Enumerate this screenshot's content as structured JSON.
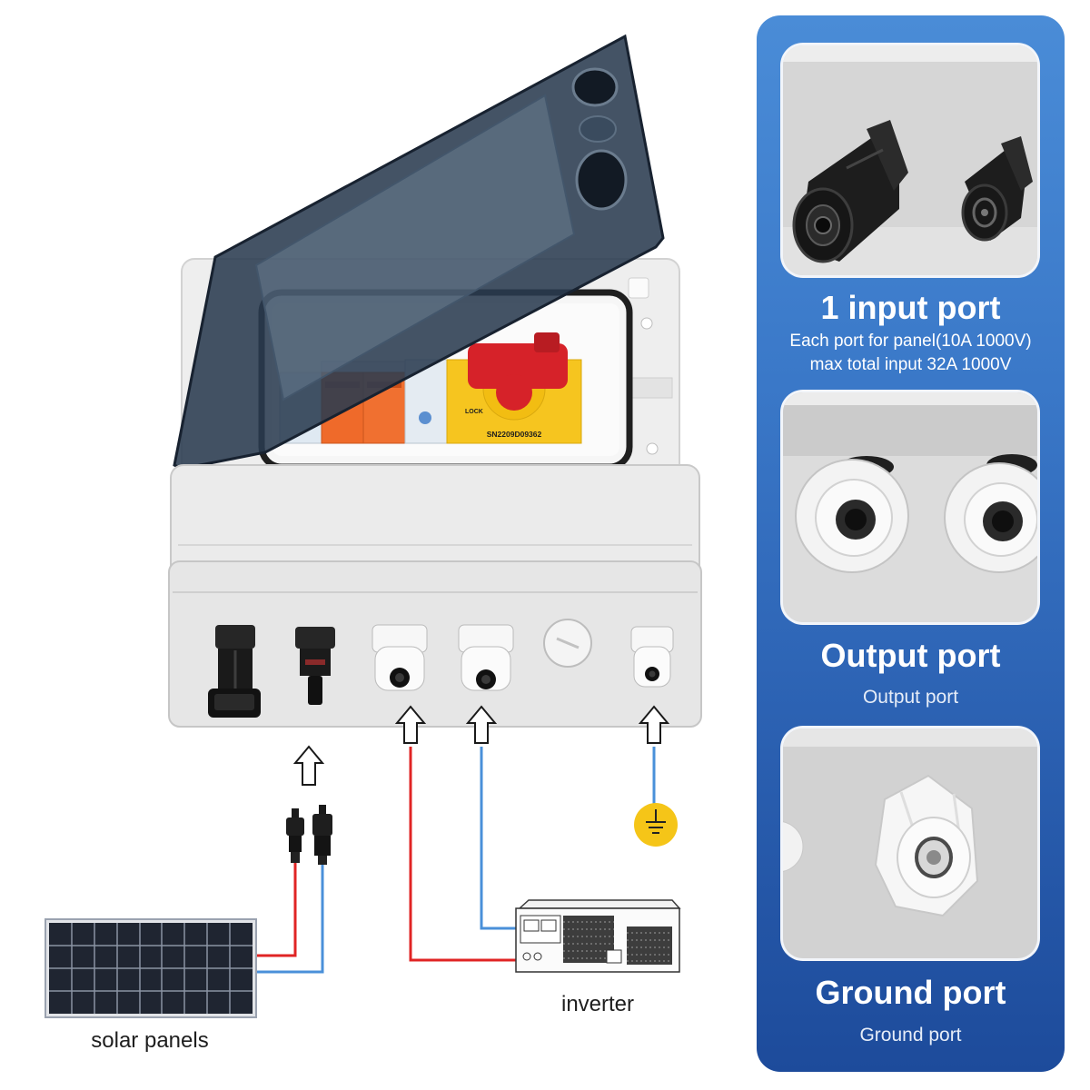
{
  "device": {
    "serial_label": "SN2209D09362",
    "switch_label": "LOCK"
  },
  "diagram": {
    "solar_panels_label": "solar panels",
    "inverter_label": "inverter"
  },
  "features": [
    {
      "title": "1 input port",
      "lines": [
        "Each port for panel(10A 1000V)",
        "max total input 32A 1000V"
      ]
    },
    {
      "title": "Output port",
      "lines": [
        "Output port"
      ]
    },
    {
      "title": "Ground port",
      "lines": [
        "Ground port"
      ]
    }
  ],
  "colors": {
    "panel_top": "#4a8cd7",
    "panel_bottom": "#1d4b9b",
    "positive_wire": "#e02424",
    "negative_wire": "#4a90d9",
    "ground_symbol": "#f5c518",
    "cover_tint": "#2a3b50"
  },
  "icons": {
    "arrow": "up-arrow-icon",
    "ground": "ground-symbol-icon"
  }
}
